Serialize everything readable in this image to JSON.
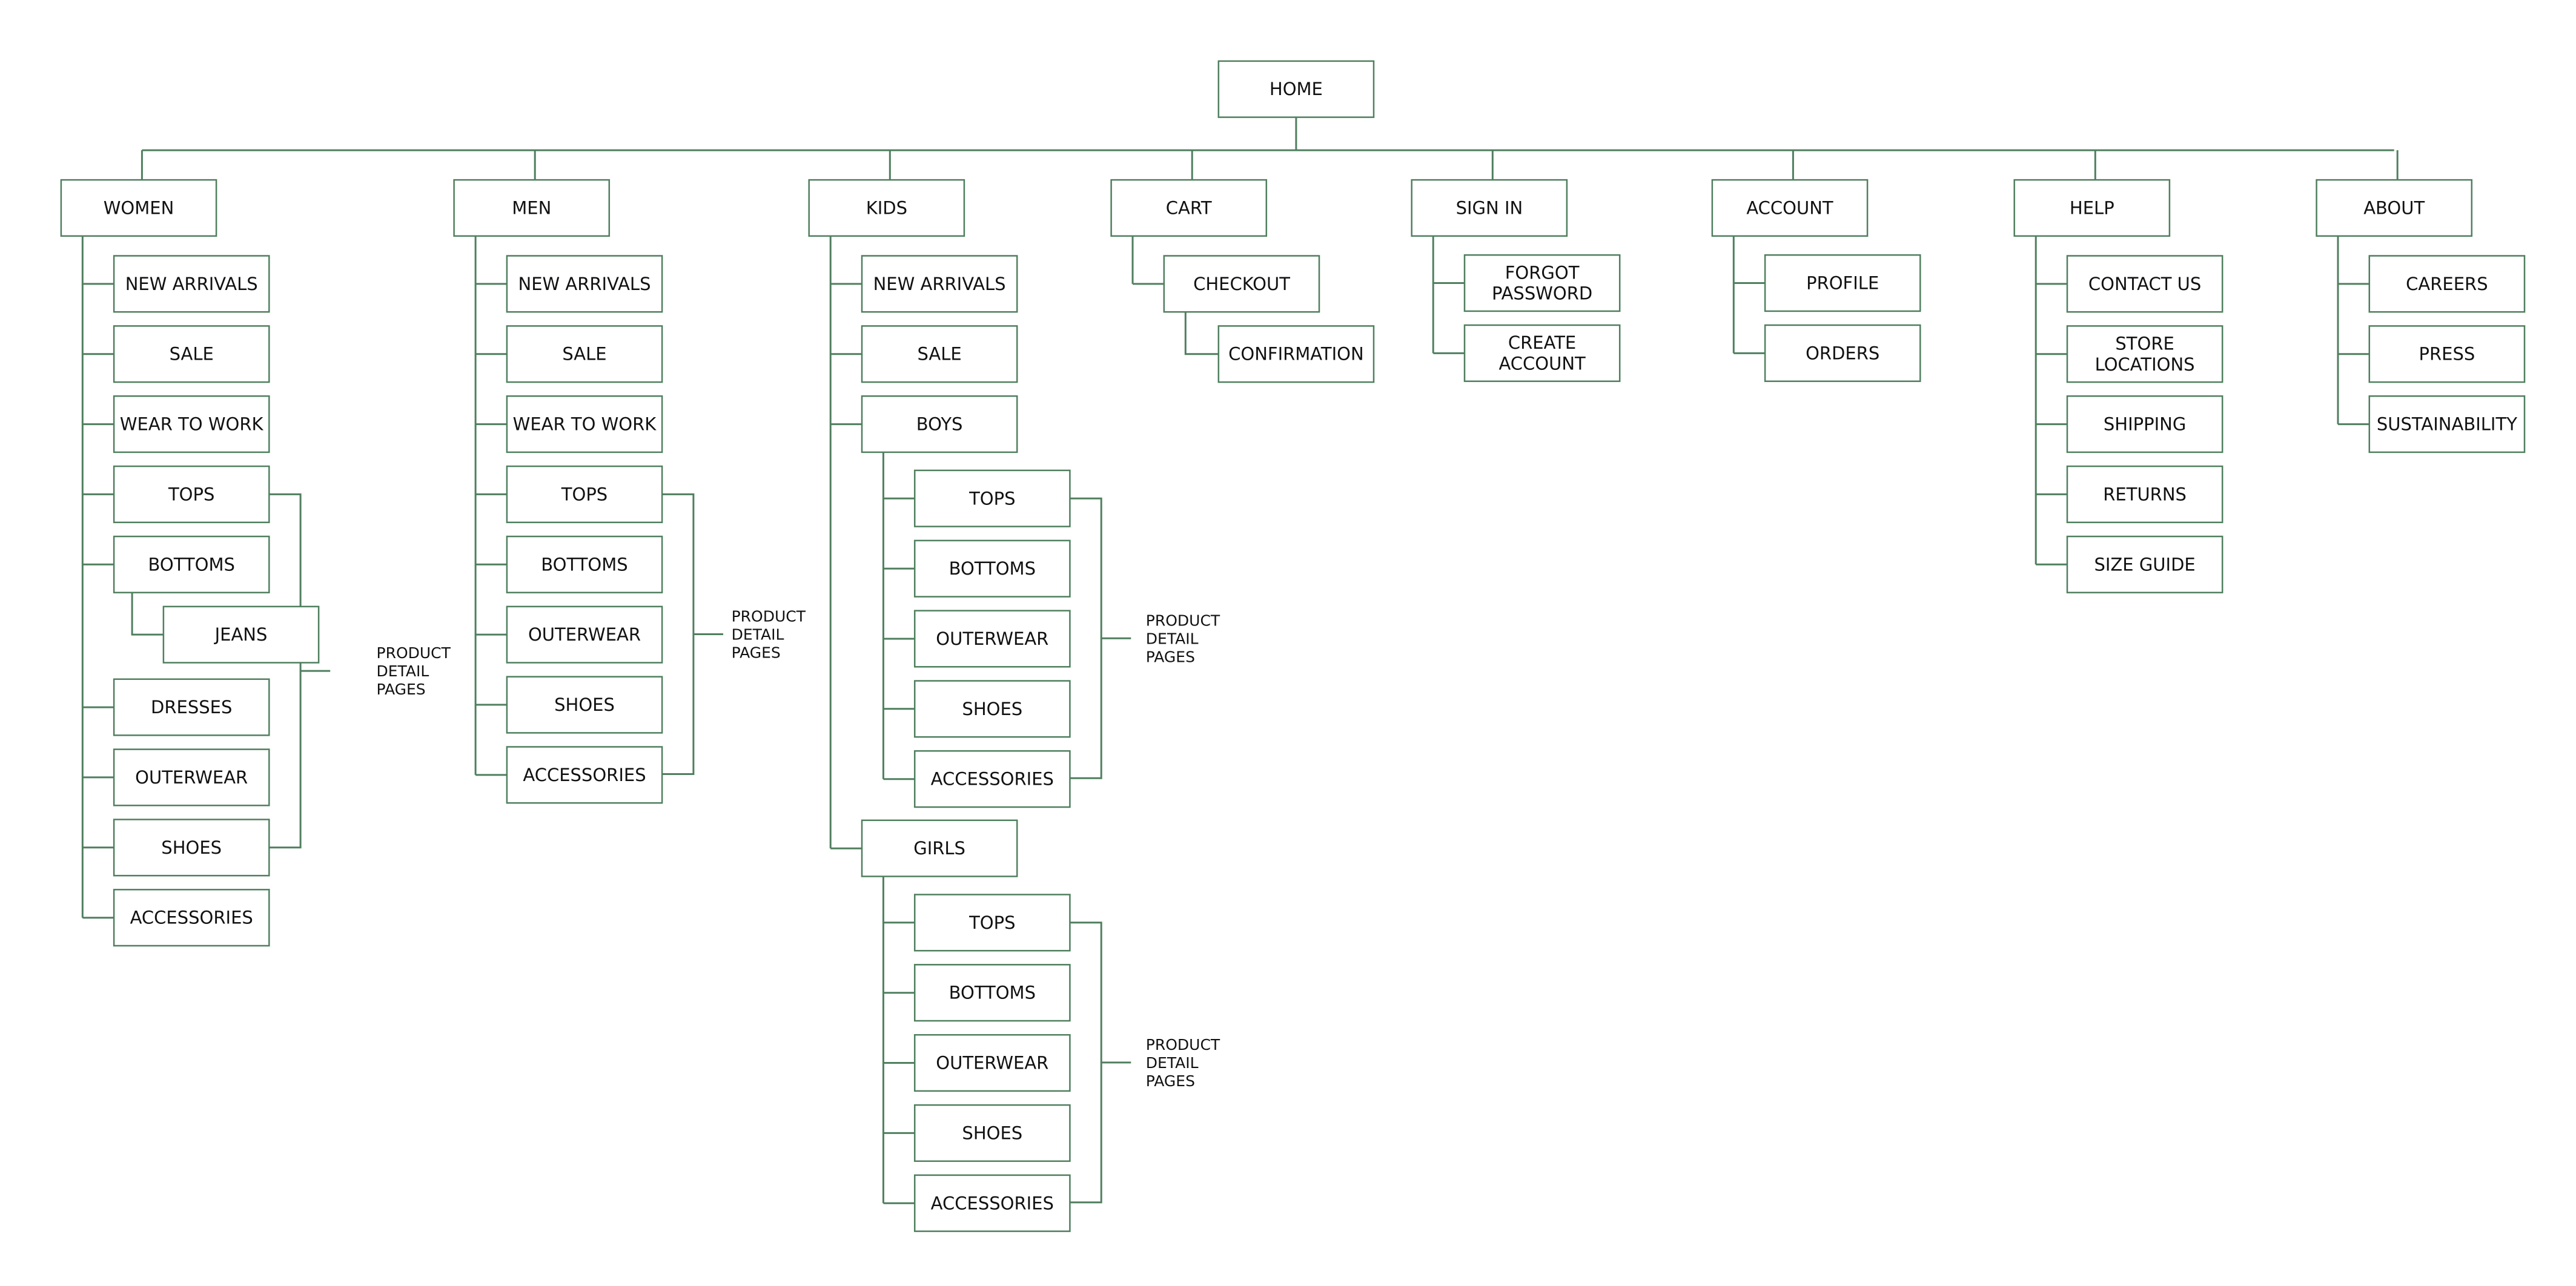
{
  "colors": {
    "line": "#4f7f5f",
    "box_border": "#4f7f5f",
    "text": "#111111",
    "background": "#ffffff"
  },
  "root": {
    "label": "HOME"
  },
  "sections": [
    {
      "id": "women",
      "label": "WOMEN",
      "items": [
        {
          "label": "NEW ARRIVALS"
        },
        {
          "label": "SALE"
        },
        {
          "label": "WEAR TO WORK"
        },
        {
          "label": "TOPS"
        },
        {
          "label": "BOTTOMS",
          "children": [
            {
              "label": "JEANS"
            }
          ]
        },
        {
          "label": "DRESSES"
        },
        {
          "label": "OUTERWEAR"
        },
        {
          "label": "SHOES"
        },
        {
          "label": "ACCESSORIES"
        }
      ],
      "annotation": "PRODUCT DETAIL PAGES"
    },
    {
      "id": "men",
      "label": "MEN",
      "items": [
        {
          "label": "NEW ARRIVALS"
        },
        {
          "label": "SALE"
        },
        {
          "label": "WEAR TO WORK"
        },
        {
          "label": "TOPS"
        },
        {
          "label": "BOTTOMS"
        },
        {
          "label": "OUTERWEAR"
        },
        {
          "label": "SHOES"
        },
        {
          "label": "ACCESSORIES"
        }
      ],
      "annotation": "PRODUCT DETAIL PAGES"
    },
    {
      "id": "kids",
      "label": "KIDS",
      "items": [
        {
          "label": "NEW ARRIVALS"
        },
        {
          "label": "SALE"
        },
        {
          "label": "BOYS",
          "children": [
            {
              "label": "TOPS"
            },
            {
              "label": "BOTTOMS"
            },
            {
              "label": "OUTERWEAR"
            },
            {
              "label": "SHOES"
            },
            {
              "label": "ACCESSORIES"
            }
          ],
          "annotation": "PRODUCT DETAIL PAGES"
        },
        {
          "label": "GIRLS",
          "children": [
            {
              "label": "TOPS"
            },
            {
              "label": "BOTTOMS"
            },
            {
              "label": "OUTERWEAR"
            },
            {
              "label": "SHOES"
            },
            {
              "label": "ACCESSORIES"
            }
          ],
          "annotation": "PRODUCT DETAIL PAGES"
        }
      ]
    },
    {
      "id": "cart",
      "label": "CART",
      "items": [
        {
          "label": "CHECKOUT",
          "children": [
            {
              "label": "CONFIRMATION"
            }
          ]
        }
      ]
    },
    {
      "id": "signin",
      "label": "SIGN IN",
      "items": [
        {
          "label": "FORGOT PASSWORD"
        },
        {
          "label": "CREATE ACCOUNT"
        }
      ]
    },
    {
      "id": "account",
      "label": "ACCOUNT",
      "items": [
        {
          "label": "PROFILE"
        },
        {
          "label": "ORDERS"
        }
      ]
    },
    {
      "id": "help",
      "label": "HELP",
      "items": [
        {
          "label": "CONTACT US"
        },
        {
          "label": "STORE LOCATIONS"
        },
        {
          "label": "SHIPPING"
        },
        {
          "label": "RETURNS"
        },
        {
          "label": "SIZE GUIDE"
        }
      ]
    },
    {
      "id": "about",
      "label": "ABOUT",
      "items": [
        {
          "label": "CAREERS"
        },
        {
          "label": "PRESS"
        },
        {
          "label": "SUSTAINABILITY"
        }
      ]
    }
  ]
}
